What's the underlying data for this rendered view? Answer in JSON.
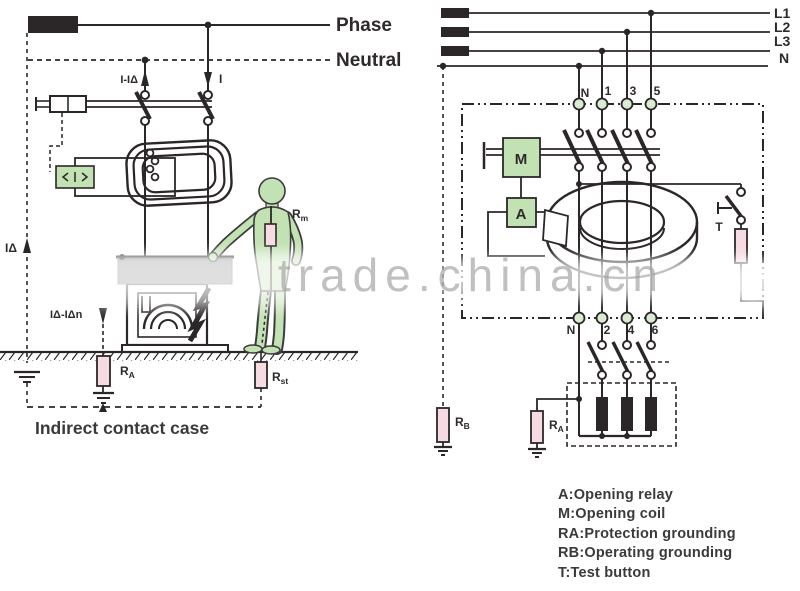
{
  "watermark": {
    "text": "trade.china.cn"
  },
  "colors": {
    "line": "#2b2728",
    "box_green": "#c3e2b4",
    "terminal_green": "#d9ecd2",
    "resistor_pink": "#f6dbe3",
    "machine_gray": "#8d8b8c",
    "text": "#2e2a2b",
    "watermark_gray": "#9b9b9b"
  },
  "left": {
    "caption": "Indirect contact case",
    "phase": "Phase",
    "neutral": "Neutral",
    "current_return": "I-IΔ",
    "current_in": "I",
    "leakage": "IΔ",
    "leakage_eq": "IΔ-IΔn",
    "rm": {
      "main": "R",
      "sub": "m"
    },
    "ra": {
      "main": "R",
      "sub": "A"
    },
    "rst": {
      "main": "R",
      "sub": "st"
    }
  },
  "right": {
    "lines": [
      "L1",
      "L2",
      "L3",
      "N"
    ],
    "top_terminals": [
      "N",
      "1",
      "3",
      "5"
    ],
    "bottom_terminals": [
      "N",
      "2",
      "4",
      "6"
    ],
    "coil": "M",
    "relay": "A",
    "test": "T",
    "ra": {
      "main": "R",
      "sub": "A"
    },
    "rb": {
      "main": "R",
      "sub": "B"
    }
  },
  "legend": {
    "items": [
      "A:Opening relay",
      "M:Opening coil",
      "RA:Protection grounding",
      "RB:Operating grounding",
      "T:Test button"
    ]
  }
}
